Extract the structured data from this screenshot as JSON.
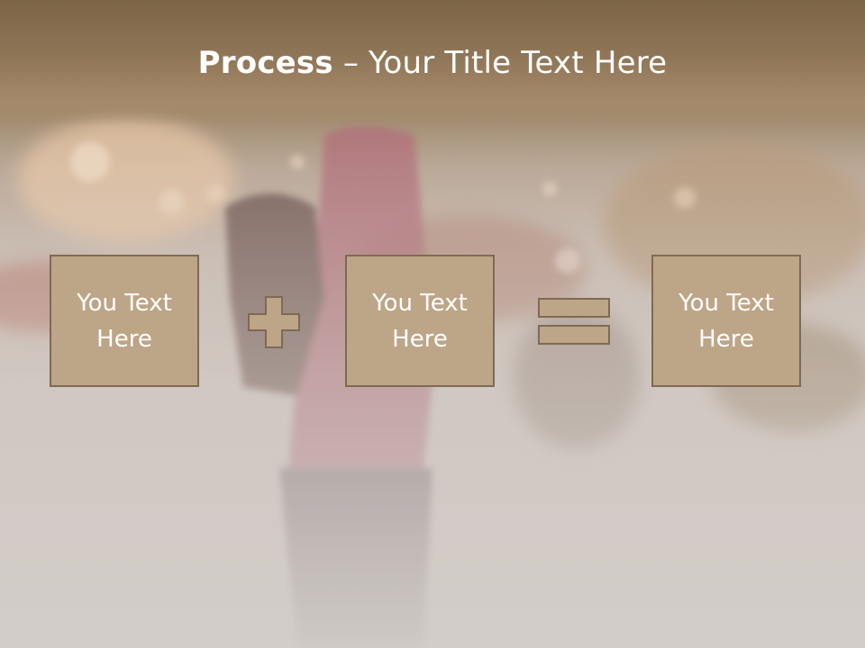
{
  "slide": {
    "title_bold": "Process",
    "title_dash": " – ",
    "title_rest": "Your Title Text Here"
  },
  "boxes": [
    {
      "text": "You Text Here"
    },
    {
      "text": "You Text Here"
    },
    {
      "text": "You Text Here"
    }
  ],
  "operators": [
    "plus-icon",
    "equals-icon"
  ],
  "colors": {
    "header": "#8f7657",
    "box_fill": "#bda587",
    "box_border": "#7e6a54",
    "text": "#ffffff"
  }
}
